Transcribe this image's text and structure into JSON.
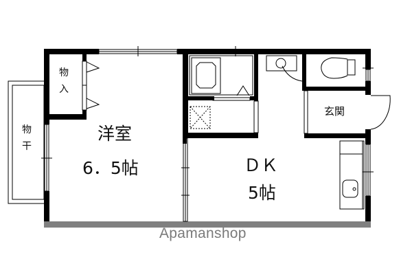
{
  "plan": {
    "rooms": [
      {
        "id": "western",
        "label": "洋室",
        "size": "6．5帖"
      },
      {
        "id": "dk",
        "label": "ＤＫ",
        "size": "5帖"
      },
      {
        "id": "closet",
        "label": "物入"
      },
      {
        "id": "balcony",
        "label": "物干"
      },
      {
        "id": "entrance",
        "label": "玄関"
      }
    ],
    "colors": {
      "wall": "#000000",
      "floor_edge": "#808080",
      "watermark": "#7a7a7a"
    }
  },
  "watermark": "Apamanshop"
}
